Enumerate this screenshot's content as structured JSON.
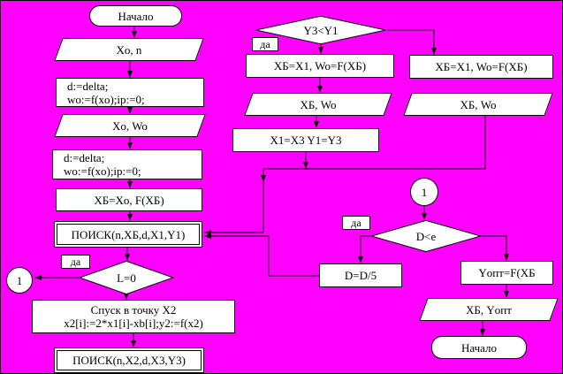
{
  "colors": {
    "background": "#FF00FF",
    "node_fill": "#FFFFFF",
    "node_border": "#000000"
  },
  "nodes": {
    "start": {
      "label": "Начало"
    },
    "input_xo_n": {
      "label": "Xo, n"
    },
    "init1": {
      "line1": "d:=delta;",
      "line2": "wo:=f(xo);ip:=0;"
    },
    "output_xo_wo": {
      "label": "Xo,  Wo"
    },
    "init2": {
      "line1": "d:=delta;",
      "line2": "wo:=f(xo);ip:=0;"
    },
    "assign_xb": {
      "label": "ХБ=Xo,   F(ХБ)"
    },
    "poisk1": {
      "label": "ПОИСК(n,ХБ,d,X1,Y1)"
    },
    "cond_l": {
      "label": "L=0"
    },
    "yes1": {
      "label": "да"
    },
    "connector_left": {
      "label": "1"
    },
    "descent": {
      "line1": "Спуск в точку X2",
      "line2": "x2[i]:=2*x1[i]-xb[i];y2:=f(x2)"
    },
    "poisk2": {
      "label": "ПОИСК(n,X2,d,X3,Y3)"
    },
    "cond_y3": {
      "label": "Y3<Y1"
    },
    "yes2": {
      "label": "да"
    },
    "assign_mid": {
      "label": "ХБ=X1, Wo=F(ХБ)"
    },
    "output_mid": {
      "label": "ХБ,  Wo"
    },
    "swap": {
      "label": "X1=X3   Y1=Y3"
    },
    "assign_right": {
      "label": "ХБ=X1, Wo=F(ХБ)"
    },
    "output_right": {
      "label": "ХБ,  Wo"
    },
    "connector_right": {
      "label": "1"
    },
    "cond_d": {
      "label": "D<e"
    },
    "yes3": {
      "label": "да"
    },
    "divide": {
      "label": "D=D/5"
    },
    "yopt": {
      "label": "Yопт=F(ХБ"
    },
    "output_yopt": {
      "label": "ХБ,  Yопт"
    },
    "end": {
      "label": "Начало"
    }
  }
}
